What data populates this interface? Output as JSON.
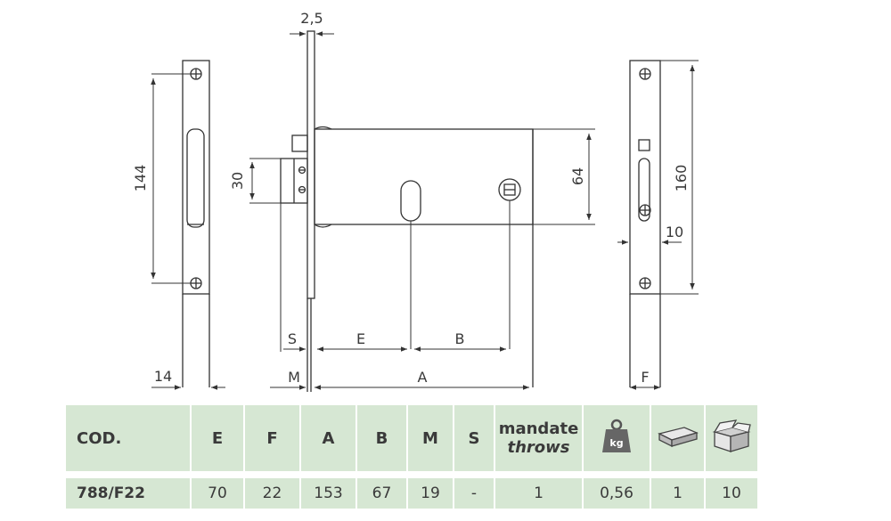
{
  "drawing": {
    "dimensions": {
      "faceplate_thickness": "2,5",
      "left_plate_height": "144",
      "left_plate_width": "14",
      "bolt_height": "30",
      "case_height": "64",
      "right_plate_height": "160",
      "right_plate_offset": "10",
      "label_s": "S",
      "label_e": "E",
      "label_b": "B",
      "label_m": "M",
      "label_a": "A",
      "label_f": "F"
    }
  },
  "table": {
    "header": {
      "cod": "COD.",
      "e": "E",
      "f": "F",
      "a": "A",
      "b": "B",
      "m": "M",
      "s": "S",
      "mandate_line1": "mandate",
      "mandate_line2": "throws",
      "weight_icon": "kg",
      "single_pack_icon": "flat-box-icon",
      "box_icon": "open-box-icon"
    },
    "rows": [
      {
        "cod": "788/F22",
        "e": "70",
        "f": "22",
        "a": "153",
        "b": "67",
        "m": "19",
        "s": "-",
        "throws": "1",
        "weight": "0,56",
        "pack": "1",
        "box": "10"
      }
    ]
  }
}
